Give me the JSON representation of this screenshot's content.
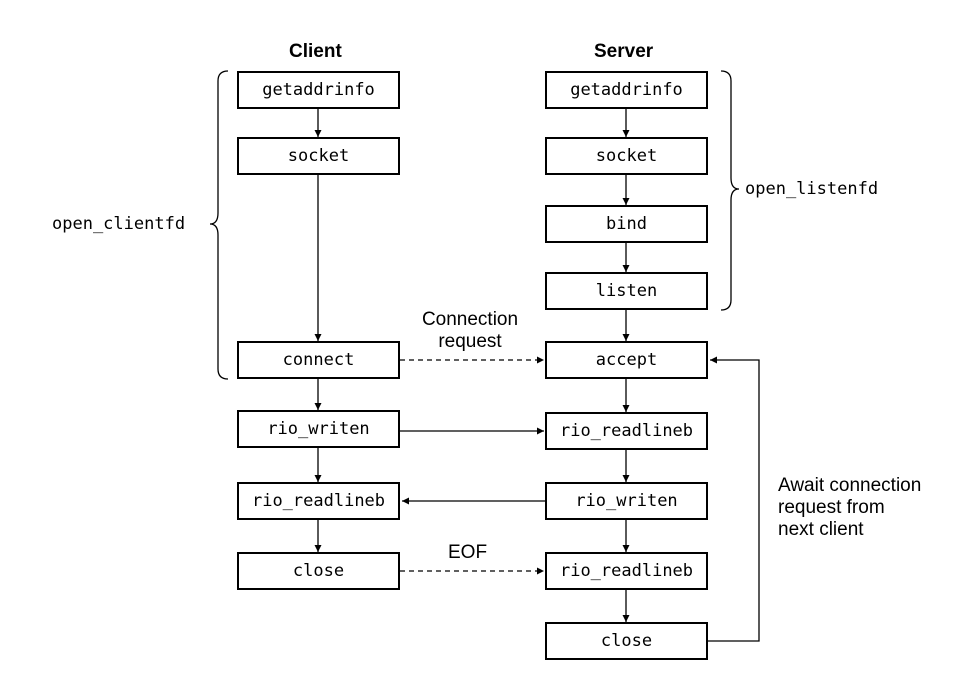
{
  "columns": {
    "client": "Client",
    "server": "Server"
  },
  "client": {
    "getaddrinfo": "getaddrinfo",
    "socket": "socket",
    "connect": "connect",
    "rio_writen": "rio_writen",
    "rio_readlineb": "rio_readlineb",
    "close": "close"
  },
  "server": {
    "getaddrinfo": "getaddrinfo",
    "socket": "socket",
    "bind": "bind",
    "listen": "listen",
    "accept": "accept",
    "rio_readlineb": "rio_readlineb",
    "rio_writen": "rio_writen",
    "rio_readlineb_2": "rio_readlineb",
    "close": "close"
  },
  "groups": {
    "client": "open_clientfd",
    "server": "open_listenfd"
  },
  "edge_labels": {
    "connection_request": [
      "Connection",
      "request"
    ],
    "eof": "EOF",
    "await": [
      "Await connection",
      "request from",
      "next client"
    ]
  }
}
